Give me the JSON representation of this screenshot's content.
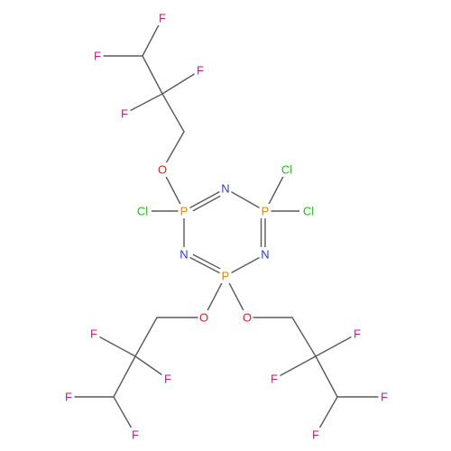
{
  "molecule": {
    "atoms": [
      {
        "id": "P1",
        "symbol": "P"
      },
      {
        "id": "N1",
        "symbol": "N"
      },
      {
        "id": "P2",
        "symbol": "P"
      },
      {
        "id": "N2",
        "symbol": "N"
      },
      {
        "id": "P3",
        "symbol": "P"
      },
      {
        "id": "N3",
        "symbol": "N"
      },
      {
        "id": "Cl1",
        "symbol": "Cl"
      },
      {
        "id": "Cl2",
        "symbol": "Cl"
      },
      {
        "id": "Cl3",
        "symbol": "Cl"
      },
      {
        "id": "O1",
        "symbol": "O"
      },
      {
        "id": "O2",
        "symbol": "O"
      },
      {
        "id": "O3",
        "symbol": "O"
      },
      {
        "id": "F1",
        "symbol": "F"
      },
      {
        "id": "F2",
        "symbol": "F"
      },
      {
        "id": "F3",
        "symbol": "F"
      },
      {
        "id": "F4",
        "symbol": "F"
      },
      {
        "id": "F5",
        "symbol": "F"
      },
      {
        "id": "F6",
        "symbol": "F"
      },
      {
        "id": "F7",
        "symbol": "F"
      },
      {
        "id": "F8",
        "symbol": "F"
      },
      {
        "id": "F9",
        "symbol": "F"
      },
      {
        "id": "F10",
        "symbol": "F"
      },
      {
        "id": "F11",
        "symbol": "F"
      },
      {
        "id": "F12",
        "symbol": "F"
      }
    ]
  },
  "colors": {
    "P": "#e08a00",
    "N": "#2a3bd1",
    "O": "#e0201b",
    "Cl": "#1fbe1f",
    "F": "#c6168d",
    "bond": "#5a5a5a"
  }
}
